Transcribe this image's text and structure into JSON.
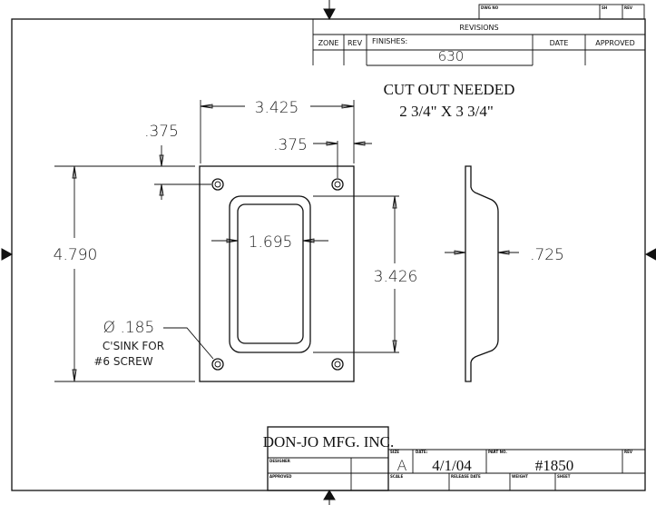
{
  "title_block_top": {
    "dwg_no_label": "DWG NO",
    "sh_label": "SH",
    "rev_label": "REV"
  },
  "revisions": {
    "title": "REVISIONS",
    "headers": {
      "zone": "ZONE",
      "rev": "REV",
      "finishes": "FINISHES:",
      "date": "DATE",
      "approved": "APPROVED"
    },
    "finish_value": "630"
  },
  "note": {
    "line1": "CUT OUT NEEDED",
    "line2": "2 3/4\" X 3 3/4\""
  },
  "dimensions": {
    "width": "3.425",
    "hole_inset_x": ".375",
    "hole_inset_y": ".375",
    "height": "4.790",
    "recess_width": "1.695",
    "recess_height": "3.426",
    "depth": ".725",
    "hole_dia": "Ø .185",
    "hole_note1": "C'SINK FOR",
    "hole_note2": "#6 SCREW"
  },
  "title_block": {
    "company": "DON-JO MFG. INC.",
    "designer_label": "DESIGNER",
    "approved_label": "APPROVED",
    "size_label": "SIZE",
    "size": "A",
    "date_label": "DATE:",
    "date": "4/1/04",
    "part_no_label": "PART NO.",
    "part_no": "#1850",
    "rev_label": "REV",
    "scale_label": "SCALE",
    "release_date_label": "RELEASE DATE",
    "weight_label": "WEIGHT",
    "sheet_label": "SHEET"
  }
}
